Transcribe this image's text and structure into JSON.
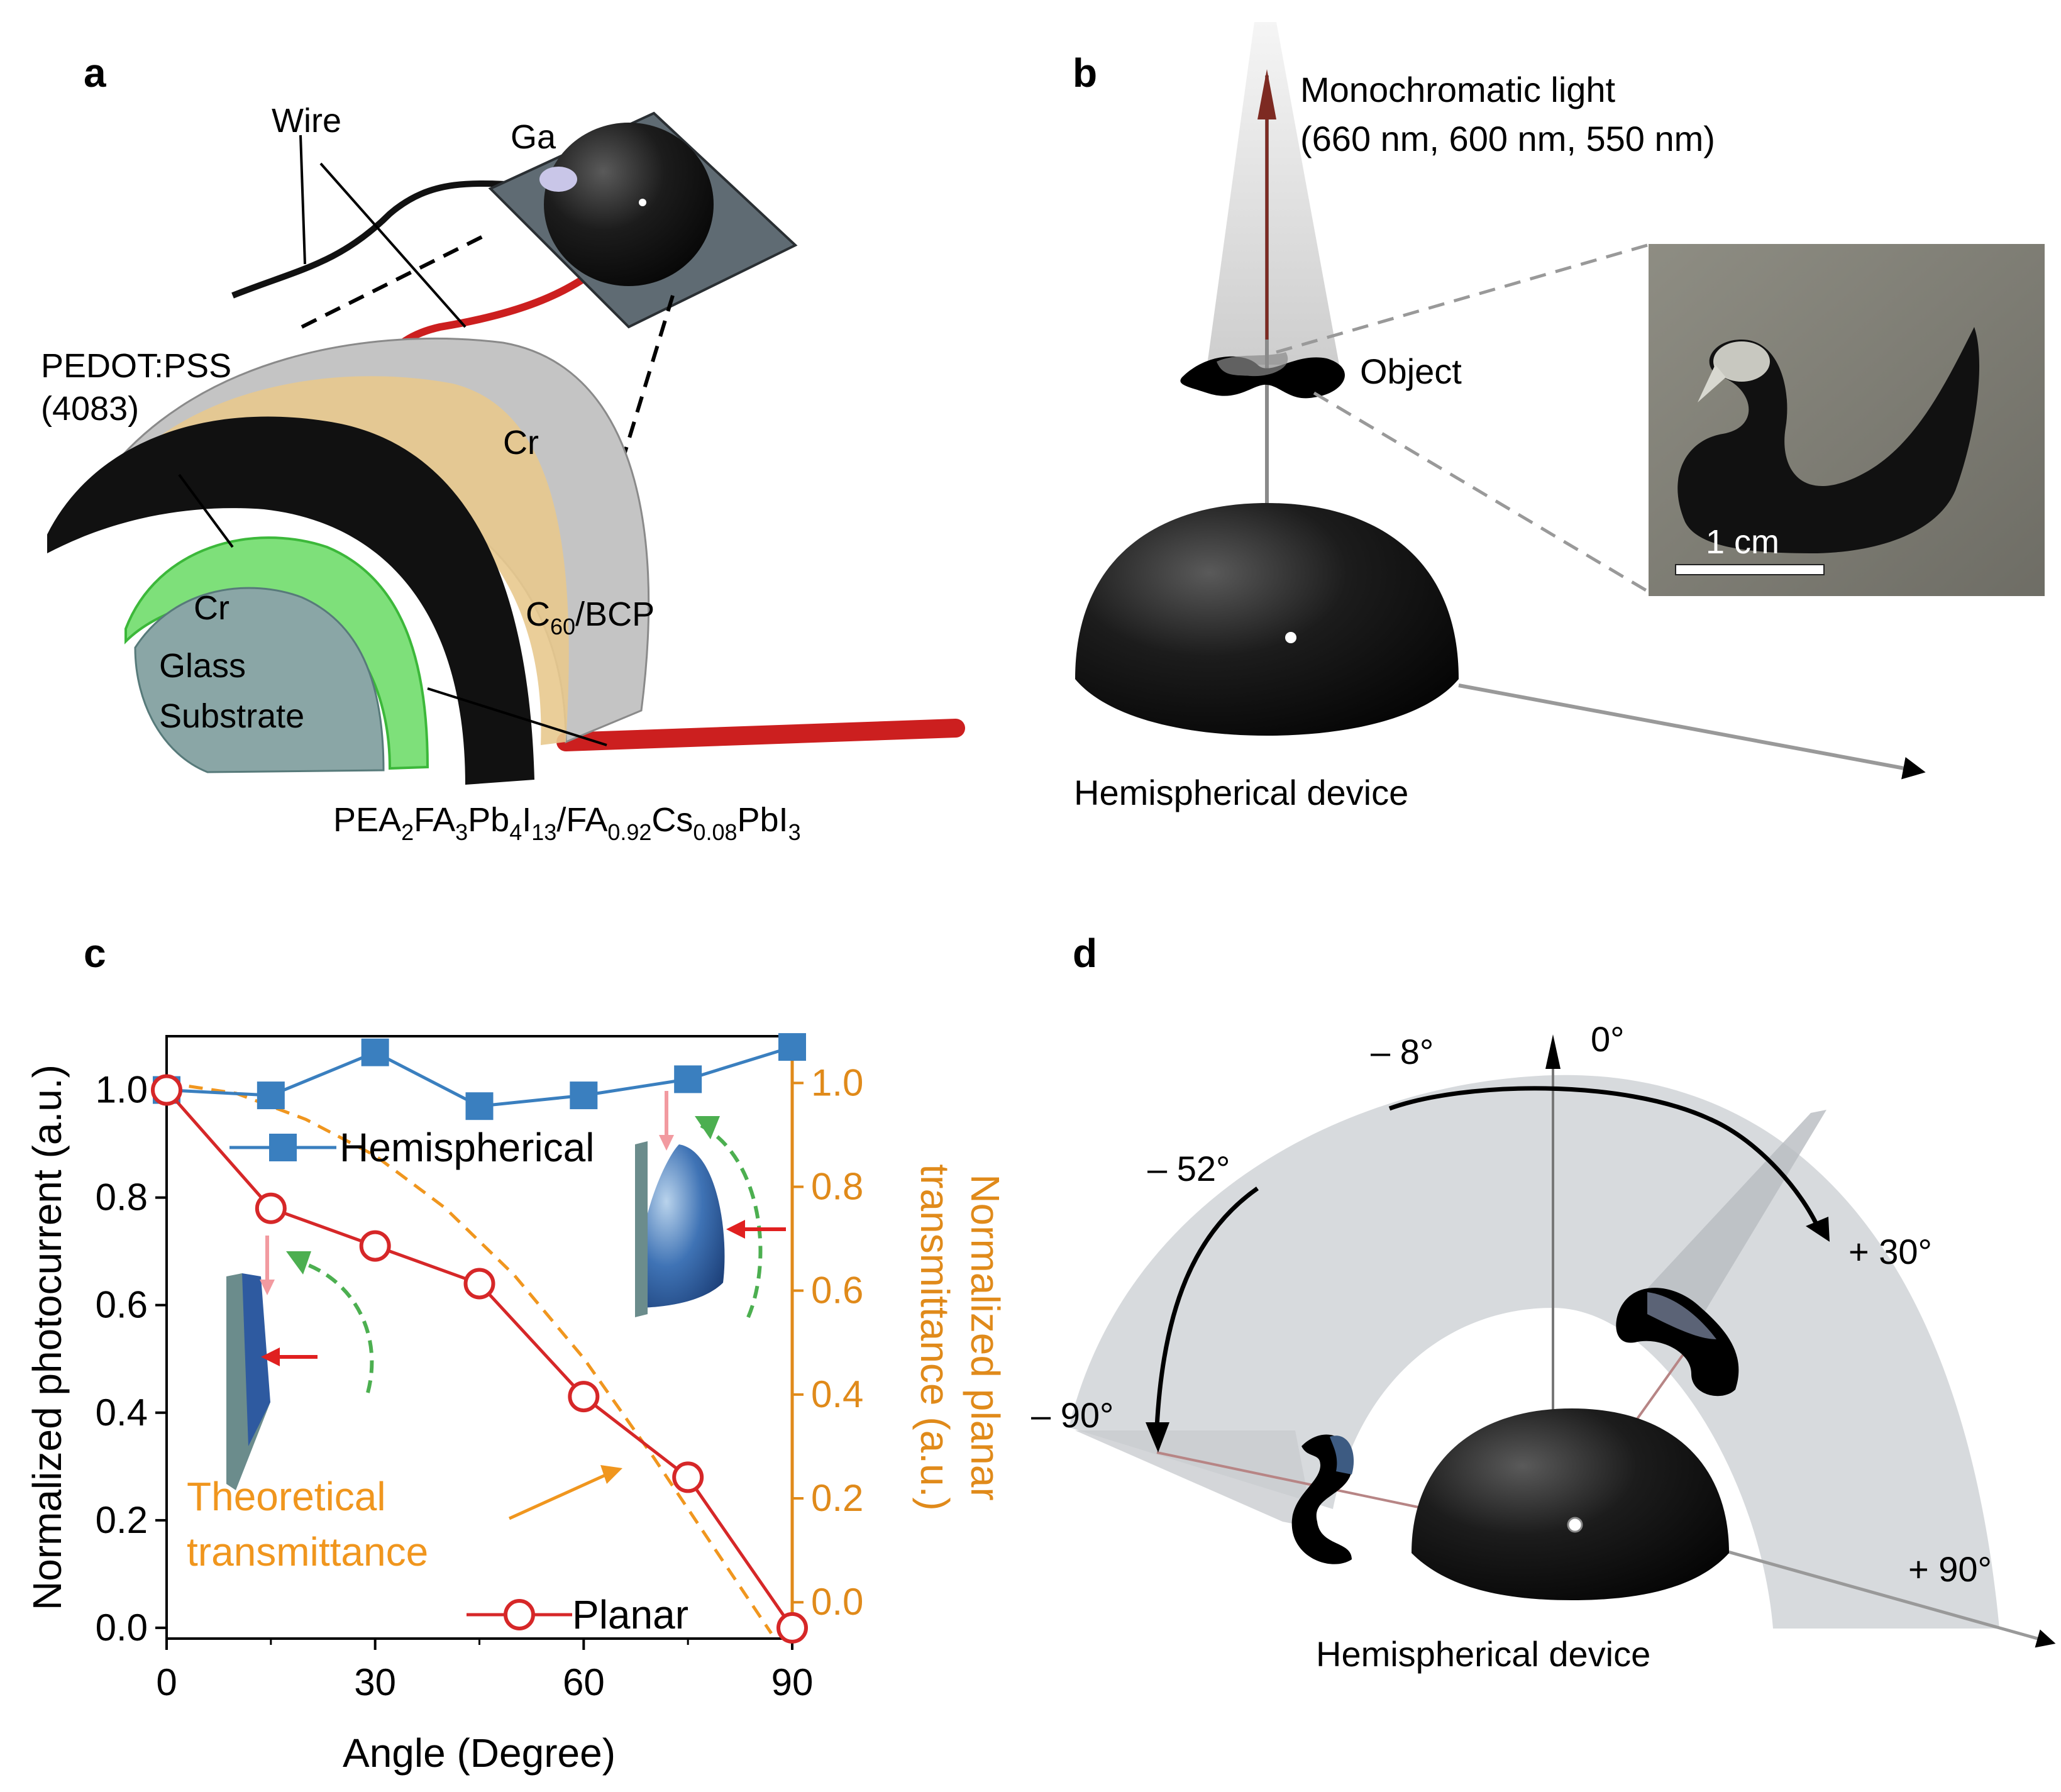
{
  "panel_letters": {
    "a": "a",
    "b": "b",
    "c": "c",
    "d": "d"
  },
  "panel_a": {
    "label_wire": "Wire",
    "label_ga": "Ga",
    "label_pedot_1": "PEDOT:PSS",
    "label_pedot_2": "(4083)",
    "label_cr_outer": "Cr",
    "label_cr_inner": "Cr",
    "label_c60_main": "C",
    "label_c60_sub": "60",
    "label_c60_rest": "/BCP",
    "label_glass_1": "Glass",
    "label_glass_2": "Substrate",
    "perovskite_label": {
      "p1": "PEA",
      "s1": "2",
      "p2": "FA",
      "s2": "3",
      "p3": "Pb",
      "s3": "4",
      "p4": "I",
      "s4": "13",
      "p5": "/FA",
      "s5": "0.92",
      "p6": "Cs",
      "s6": "0.08",
      "p7": "PbI",
      "s7": "3"
    }
  },
  "panel_b": {
    "light_label_1": "Monochromatic light",
    "light_label_2": "(660 nm, 600 nm, 550 nm)",
    "object_label": "Object",
    "scale_bar": "1 cm",
    "device_label": "Hemispherical device"
  },
  "panel_d": {
    "angle_0": "0°",
    "angle_m8": "– 8°",
    "angle_m52": "– 52°",
    "angle_m90": "– 90°",
    "angle_p30": "+ 30°",
    "angle_p90": "+ 90°",
    "device_label": "Hemispherical device"
  },
  "colors": {
    "hemispherical": "#3a7fbf",
    "planar": "#d62728",
    "theoretical": "#f0961e",
    "right_axis": "#e08a1a",
    "green_arrow": "#4caf50",
    "wire_red": "#cc1f1f"
  },
  "chart_data": {
    "type": "line",
    "xlabel": "Angle (Degree)",
    "ylabel": "Normalized photocurrent (a.u.)",
    "y2label_1": "Normalized planar",
    "y2label_2": "transmittance (a.u.)",
    "xlim": [
      0,
      90
    ],
    "ylim": [
      -0.02,
      1.1
    ],
    "y2lim": [
      -0.07,
      1.09
    ],
    "xticks": [
      "0",
      "30",
      "60",
      "90"
    ],
    "yticks": [
      "0.0",
      "0.2",
      "0.4",
      "0.6",
      "0.8",
      "1.0"
    ],
    "y2ticks": [
      "0.0",
      "0.2",
      "0.4",
      "0.6",
      "0.8",
      "1.0"
    ],
    "x": [
      0,
      15,
      30,
      45,
      60,
      75,
      90
    ],
    "series": [
      {
        "name": "Hemispherical",
        "marker": "square",
        "values": [
          1.0,
          0.99,
          1.07,
          0.97,
          0.99,
          1.02,
          1.08
        ]
      },
      {
        "name": "Planar",
        "marker": "open-circle",
        "values": [
          1.0,
          0.78,
          0.71,
          0.64,
          0.43,
          0.28,
          0.0
        ]
      }
    ],
    "theoretical": {
      "name_line1": "Theoretical",
      "name_line2": "transmittance",
      "x": [
        0,
        10,
        20,
        30,
        40,
        50,
        60,
        70,
        80,
        87
      ],
      "values": [
        1.0,
        0.98,
        0.93,
        0.86,
        0.76,
        0.63,
        0.47,
        0.28,
        0.08,
        -0.06
      ]
    }
  }
}
